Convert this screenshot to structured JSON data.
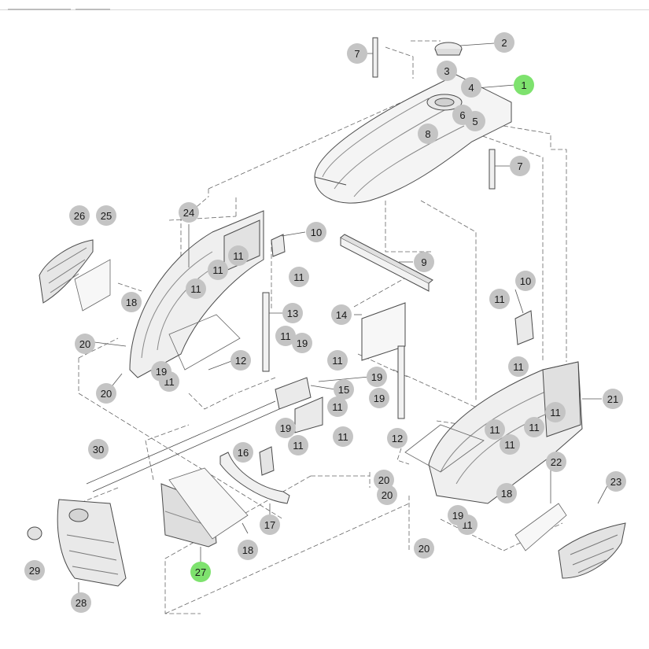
{
  "diagram": {
    "callouts": [
      {
        "label": "1",
        "highlight": true
      },
      {
        "label": "2"
      },
      {
        "label": "3"
      },
      {
        "label": "4"
      },
      {
        "label": "5"
      },
      {
        "label": "6"
      },
      {
        "label": "7"
      },
      {
        "label": "7"
      },
      {
        "label": "8"
      },
      {
        "label": "9"
      },
      {
        "label": "10"
      },
      {
        "label": "10"
      },
      {
        "label": "11"
      },
      {
        "label": "11"
      },
      {
        "label": "11"
      },
      {
        "label": "11"
      },
      {
        "label": "11"
      },
      {
        "label": "11"
      },
      {
        "label": "11"
      },
      {
        "label": "11"
      },
      {
        "label": "11"
      },
      {
        "label": "11"
      },
      {
        "label": "11"
      },
      {
        "label": "11"
      },
      {
        "label": "11"
      },
      {
        "label": "11"
      },
      {
        "label": "11"
      },
      {
        "label": "11"
      },
      {
        "label": "11"
      },
      {
        "label": "12"
      },
      {
        "label": "12"
      },
      {
        "label": "13"
      },
      {
        "label": "14"
      },
      {
        "label": "15"
      },
      {
        "label": "16"
      },
      {
        "label": "17"
      },
      {
        "label": "18"
      },
      {
        "label": "18"
      },
      {
        "label": "18"
      },
      {
        "label": "19"
      },
      {
        "label": "19"
      },
      {
        "label": "19"
      },
      {
        "label": "19"
      },
      {
        "label": "19"
      },
      {
        "label": "19"
      },
      {
        "label": "20"
      },
      {
        "label": "20"
      },
      {
        "label": "20"
      },
      {
        "label": "20"
      },
      {
        "label": "20"
      },
      {
        "label": "21"
      },
      {
        "label": "22"
      },
      {
        "label": "23"
      },
      {
        "label": "24"
      },
      {
        "label": "25"
      },
      {
        "label": "26"
      },
      {
        "label": "27",
        "highlight": true
      },
      {
        "label": "28"
      },
      {
        "label": "29"
      },
      {
        "label": "30"
      }
    ]
  },
  "colors": {
    "callout_fill": "#c4c4c4",
    "highlight_fill": "#7ee26e",
    "label_text": "#1a1a1a",
    "line": "#4a4a4a",
    "part_fill": "#f4f4f4",
    "part_shade": "#d9d9d9",
    "leader": "#555555"
  }
}
